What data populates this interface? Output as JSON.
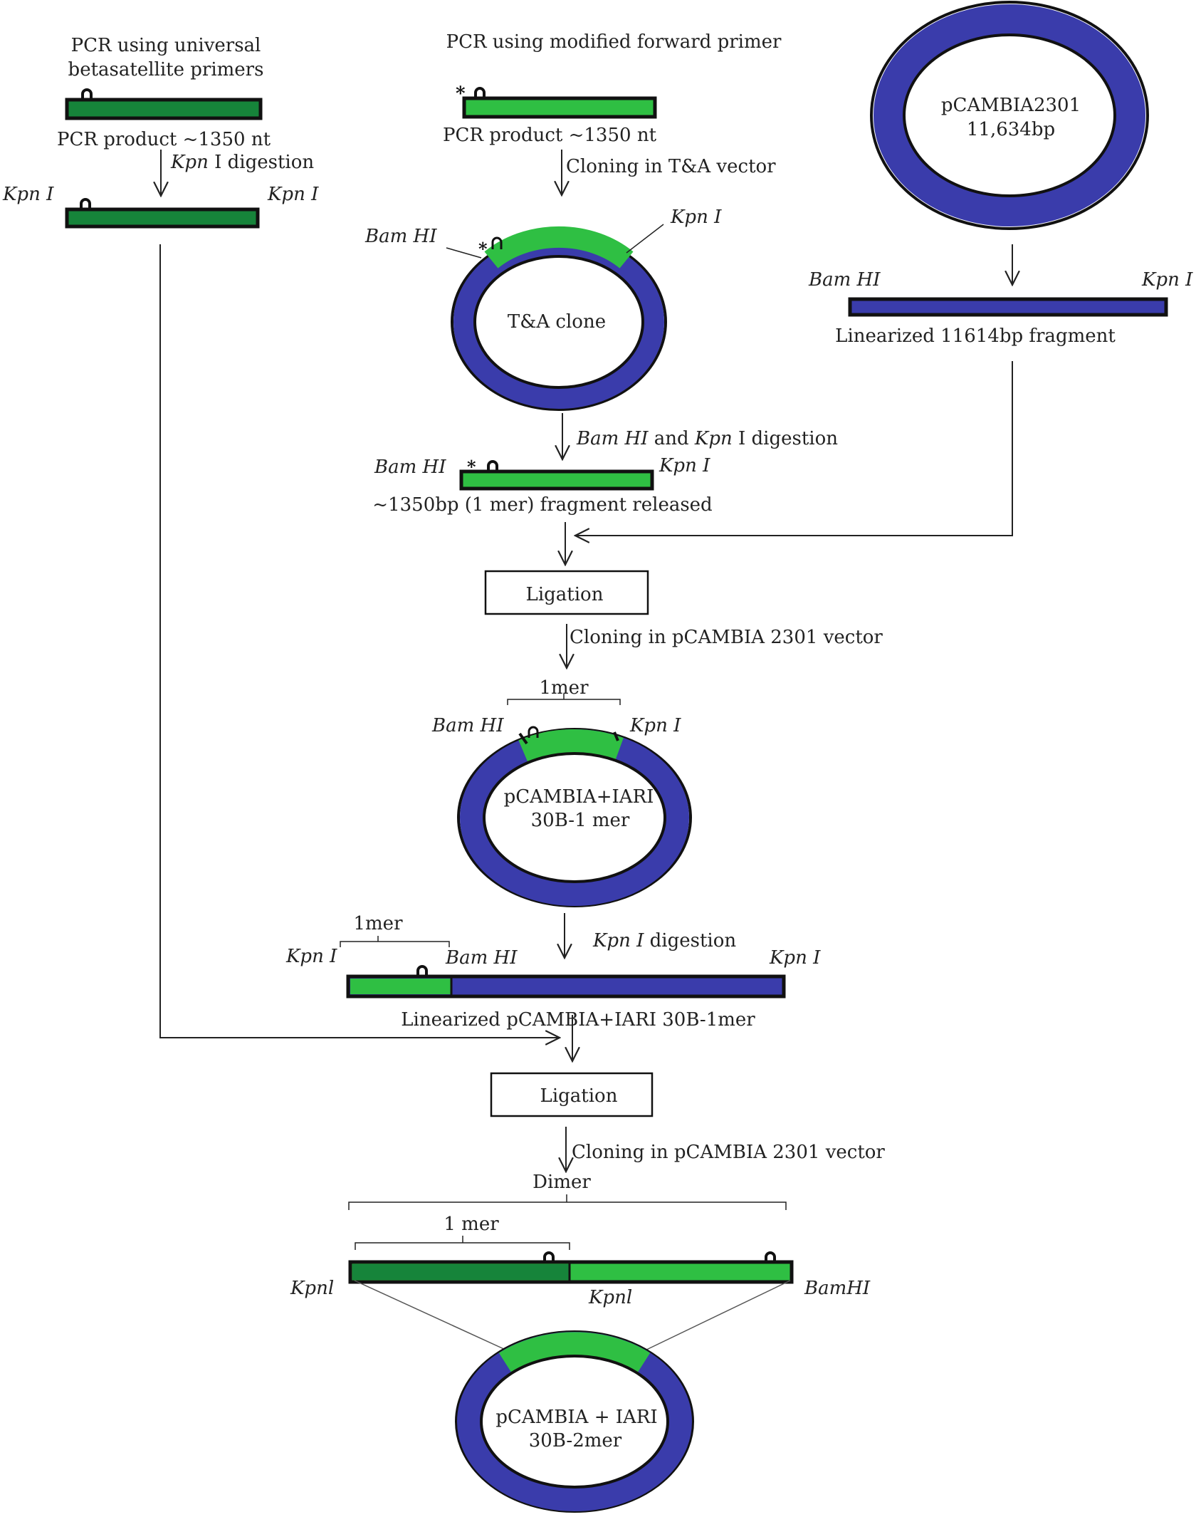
{
  "colors": {
    "green": "#2fbf43",
    "dark_green": "#16843a",
    "blue": "#3a3cab",
    "stroke": "#111111",
    "text": "#222222"
  },
  "col1": {
    "title_line1": "PCR using universal",
    "title_line2": "betasatellite primers",
    "product": "PCR product ~1350 nt",
    "digestion_enzyme": "Kpn",
    "digestion_rest": " I digestion",
    "site_left": "Kpn I",
    "site_right": "Kpn I"
  },
  "col2": {
    "title": "PCR using modified forward primer",
    "product": "PCR product ~1350 nt",
    "step_cloning": "Cloning in T&A vector",
    "site_bam": "Bam HI",
    "site_kpn": "Kpn I",
    "clone_label": "T&A clone",
    "digest_enzyme1": "Bam HI",
    "digest_and": " and ",
    "digest_enzyme2": "Kpn",
    "digest_rest": " I digestion",
    "frag_site_bam": "Bam HI",
    "frag_site_kpn": "Kpn I",
    "fragment": "~1350bp (1 mer) fragment released"
  },
  "col3": {
    "plasmid_name": "pCAMBIA2301",
    "plasmid_size": "11,634bp",
    "site_bam": "Bam HI",
    "site_kpn": "Kpn I",
    "linearized": "Linearized 11614bp fragment"
  },
  "stage2": {
    "ligation": "Ligation",
    "cloning": "Cloning in pCAMBIA 2301 vector",
    "mer_label": "1mer",
    "site_bam": "Bam HI",
    "site_kpn": "Kpn I",
    "plasmid_line1": "pCAMBIA+IARI",
    "plasmid_line2": "30B-1 mer",
    "digest_enzyme": "Kpn I",
    "digest_rest": " digestion",
    "lin_mer_label": "1mer",
    "lin_site_kpn_left": "Kpn I",
    "lin_site_bam": "Bam HI",
    "lin_site_kpn_right": "Kpn I",
    "linearized": "Linearized pCAMBIA+IARI 30B-1mer"
  },
  "stage3": {
    "ligation": "Ligation",
    "cloning": "Cloning in pCAMBIA 2301 vector",
    "dimer": "Dimer",
    "mer_label": "1 mer",
    "site_left": "Kpnl",
    "site_mid": "Kpnl",
    "site_right": "BamHI",
    "plasmid_line1": "pCAMBIA + IARI",
    "plasmid_line2": "30B-2mer"
  }
}
